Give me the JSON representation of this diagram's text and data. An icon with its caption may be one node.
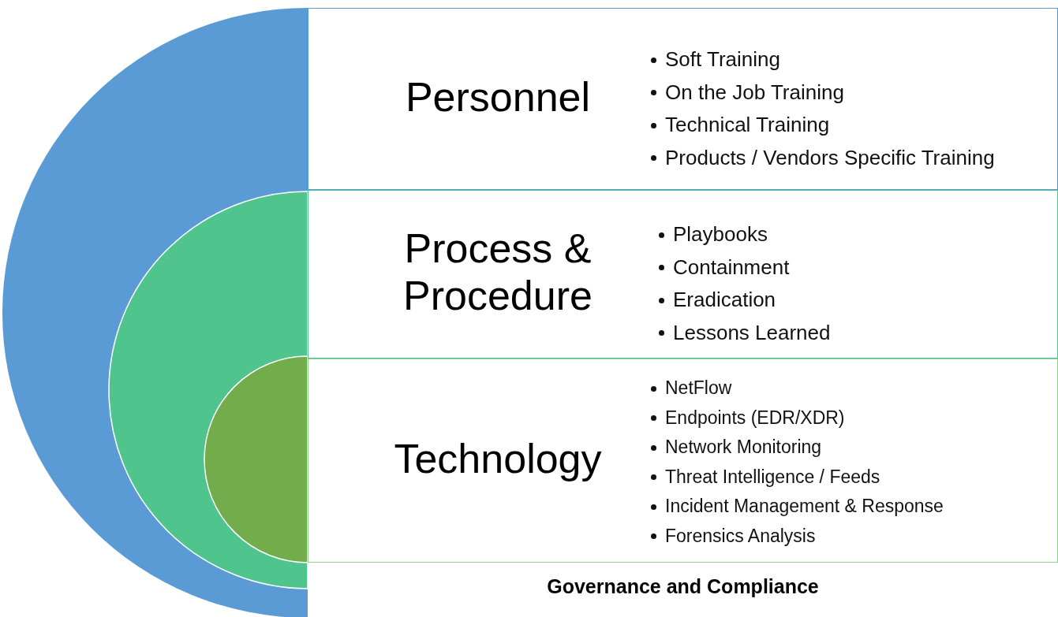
{
  "diagram": {
    "nodes": [
      {
        "text": [
          "Personnel",
          "Soft Training",
          "On the Job Training",
          "Technical Training",
          "Products / Vendors Specific Training"
        ]
      },
      {
        "text": [
          "Process & Procedure",
          "Playbooks",
          "Containment",
          "Eradication",
          "Lessons Learned"
        ]
      },
      {
        "text": [
          "Technology",
          "NetFlow",
          "Endpoints (EDR/XDR)",
          "Network Monitoring",
          "Threat Intelligence / Feeds",
          "Incident Management & Response",
          "Forensics Analysis"
        ]
      }
    ],
    "labels": [
      "Governance and Compliance"
    ]
  }
}
